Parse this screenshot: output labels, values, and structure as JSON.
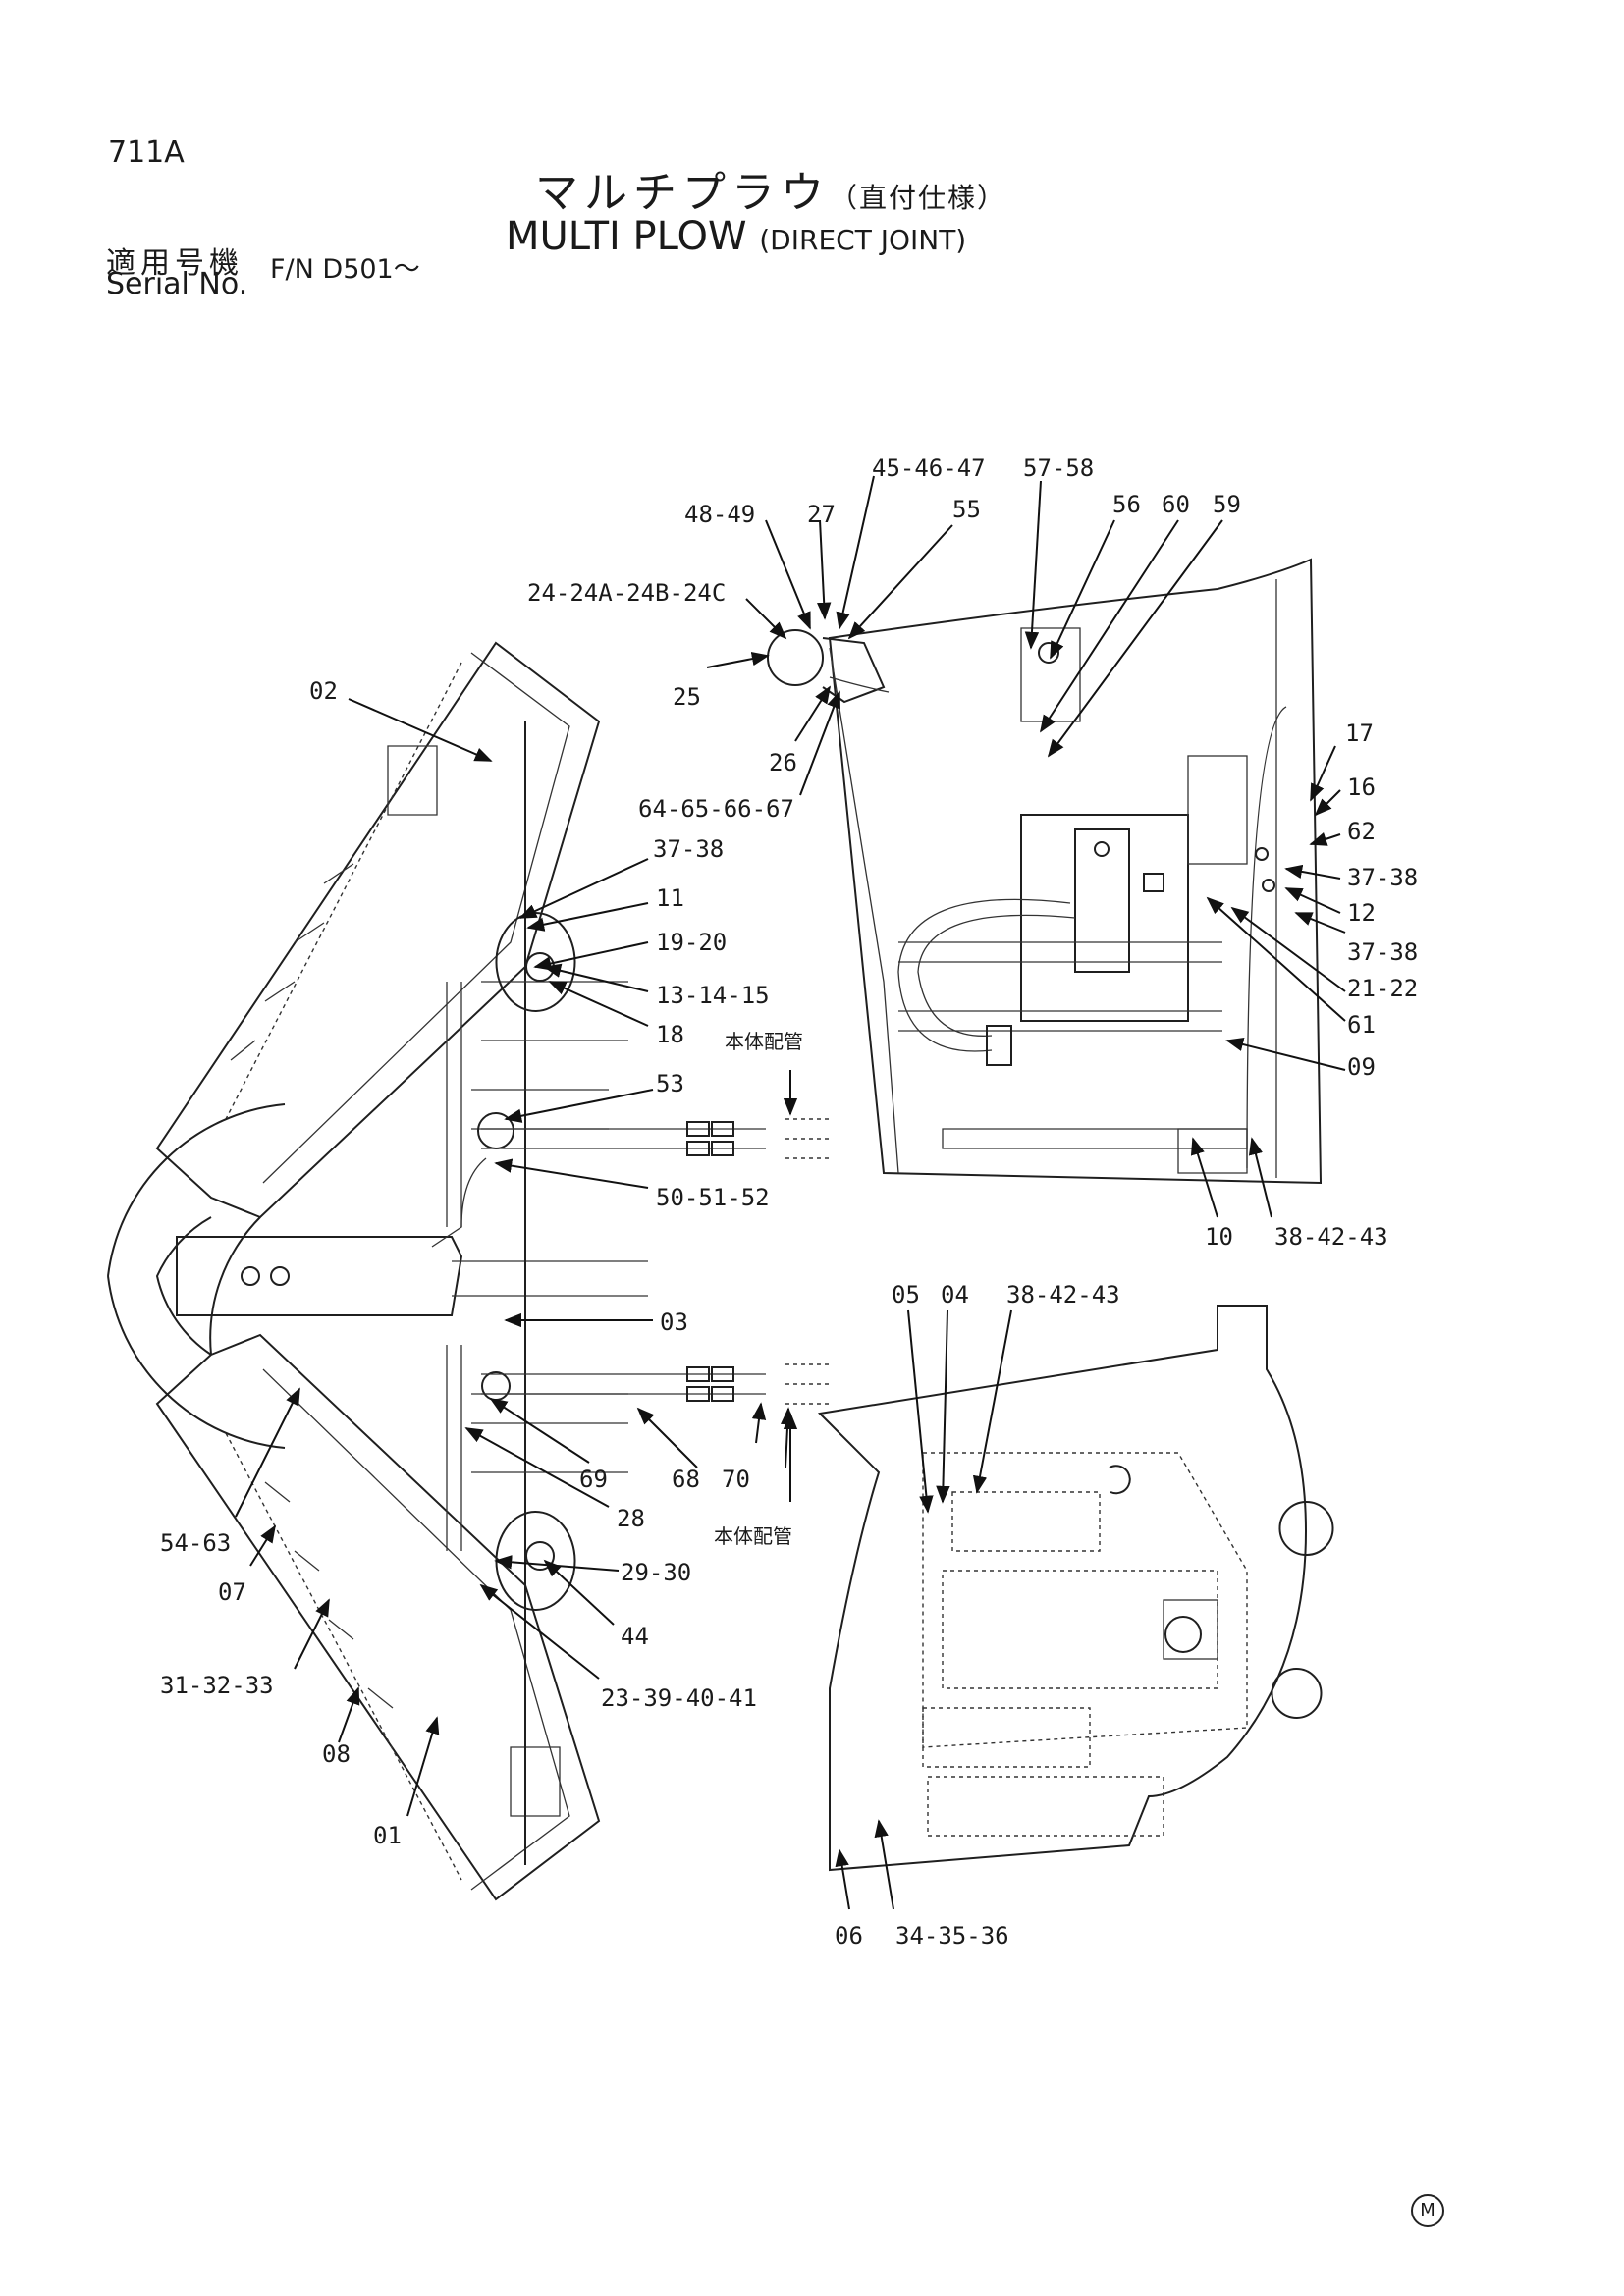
{
  "page": {
    "code": "711A",
    "title_ja_main": "マルチプラウ",
    "title_ja_sub": "（直付仕様）",
    "title_en_main": "MULTI PLOW",
    "title_en_sub": "(DIRECT JOINT)",
    "serial_label_ja": "適用号機",
    "serial_label_en": "Serial No.",
    "serial_value": "F/N D501～",
    "corner_mark": "M"
  },
  "callouts": {
    "c01": "01",
    "c02": "02",
    "c03": "03",
    "c04": "04",
    "c05": "05",
    "c06": "06",
    "c07": "07",
    "c08": "08",
    "c09": "09",
    "c10": "10",
    "c11": "11",
    "c12": "12",
    "c16": "16",
    "c17": "17",
    "c18": "18",
    "c25": "25",
    "c26": "26",
    "c27": "27",
    "c28": "28",
    "c44": "44",
    "c53": "53",
    "c55": "55",
    "c56": "56",
    "c59": "59",
    "c60": "60",
    "c61": "61",
    "c62": "62",
    "c68": "68",
    "c69": "69",
    "c70": "70",
    "c_13_14_15": "13-14-15",
    "c_19_20": "19-20",
    "c_21_22": "21-22",
    "c_23_39_40_41": "23-39-40-41",
    "c_24": "24-24A-24B-24C",
    "c_29_30": "29-30",
    "c_31_32_33": "31-32-33",
    "c_34_35_36": "34-35-36",
    "c_37_38_a": "37-38",
    "c_37_38_b": "37-38",
    "c_37_38_c": "37-38",
    "c_38_42_43_a": "38-42-43",
    "c_38_42_43_b": "38-42-43",
    "c_45_46_47": "45-46-47",
    "c_48_49": "48-49",
    "c_50_51_52": "50-51-52",
    "c_54_63": "54-63",
    "c_57_58": "57-58",
    "c_64_67": "64-65-66-67",
    "body_piping_a": "本体配管",
    "body_piping_b": "本体配管"
  }
}
